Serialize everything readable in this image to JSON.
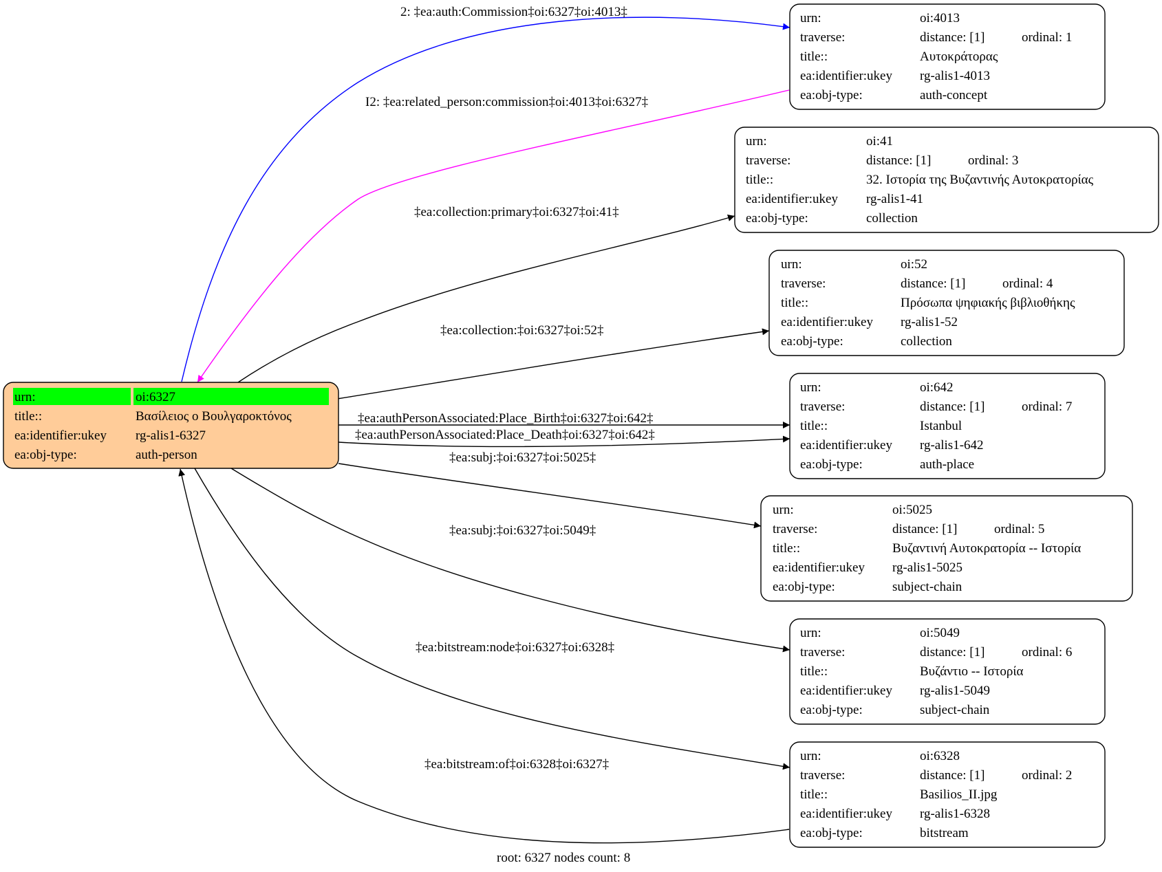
{
  "root_node": {
    "rows": [
      {
        "key": "urn:",
        "value": "oi:6327",
        "highlight": true
      },
      {
        "key": "title::",
        "value": "Βασίλειος ο Βουλγαροκτόνος"
      },
      {
        "key": "ea:identifier:ukey",
        "value": "rg-alis1-6327"
      },
      {
        "key": "ea:obj-type:",
        "value": "auth-person"
      }
    ],
    "fill": "#ffcc99",
    "highlight_color": "#00ff00"
  },
  "nodes": [
    {
      "urn": "oi:4013",
      "distance": "distance: [1]",
      "ordinal": "ordinal: 1",
      "title": "Αυτοκράτορας",
      "ukey": "rg-alis1-4013",
      "objtype": "auth-concept"
    },
    {
      "urn": "oi:41",
      "distance": "distance: [1]",
      "ordinal": "ordinal: 3",
      "title": "32. Ιστορία της Βυζαντινής Αυτοκρατορίας",
      "ukey": "rg-alis1-41",
      "objtype": "collection"
    },
    {
      "urn": "oi:52",
      "distance": "distance: [1]",
      "ordinal": "ordinal: 4",
      "title": "Πρόσωπα ψηφιακής βιβλιοθήκης",
      "ukey": "rg-alis1-52",
      "objtype": "collection"
    },
    {
      "urn": "oi:642",
      "distance": "distance: [1]",
      "ordinal": "ordinal: 7",
      "title": "Istanbul",
      "ukey": "rg-alis1-642",
      "objtype": "auth-place"
    },
    {
      "urn": "oi:5025",
      "distance": "distance: [1]",
      "ordinal": "ordinal: 5",
      "title": "Βυζαντινή Αυτοκρατορία -- Ιστορία",
      "ukey": "rg-alis1-5025",
      "objtype": "subject-chain"
    },
    {
      "urn": "oi:5049",
      "distance": "distance: [1]",
      "ordinal": "ordinal: 6",
      "title": "Βυζάντιο -- Ιστορία",
      "ukey": "rg-alis1-5049",
      "objtype": "subject-chain"
    },
    {
      "urn": "oi:6328",
      "distance": "distance: [1]",
      "ordinal": "ordinal: 2",
      "title": "Basilios_II.jpg",
      "ukey": "rg-alis1-6328",
      "objtype": "bitstream"
    }
  ],
  "row_keys": {
    "urn": "urn:",
    "traverse": "traverse:",
    "title": "title::",
    "ukey": "ea:identifier:ukey",
    "objtype": "ea:obj-type:"
  },
  "edges": [
    {
      "label": "2: ‡ea:auth:Commission‡oi:6327‡oi:4013‡",
      "color": "#0000ff"
    },
    {
      "label": "I2: ‡ea:related_person:commission‡oi:4013‡oi:6327‡",
      "color": "#ff00ff"
    },
    {
      "label": "‡ea:collection:primary‡oi:6327‡oi:41‡",
      "color": "#000000"
    },
    {
      "label": "‡ea:collection:‡oi:6327‡oi:52‡",
      "color": "#000000"
    },
    {
      "label": "‡ea:authPersonAssociated:Place_Birth‡oi:6327‡oi:642‡",
      "color": "#000000"
    },
    {
      "label": "‡ea:authPersonAssociated:Place_Death‡oi:6327‡oi:642‡",
      "color": "#000000"
    },
    {
      "label": "‡ea:subj:‡oi:6327‡oi:5025‡",
      "color": "#000000"
    },
    {
      "label": "‡ea:subj:‡oi:6327‡oi:5049‡",
      "color": "#000000"
    },
    {
      "label": "‡ea:bitstream:node‡oi:6327‡oi:6328‡",
      "color": "#000000"
    },
    {
      "label": "‡ea:bitstream:of‡oi:6328‡oi:6327‡",
      "color": "#000000"
    }
  ],
  "caption": "root: 6327 nodes count: 8"
}
